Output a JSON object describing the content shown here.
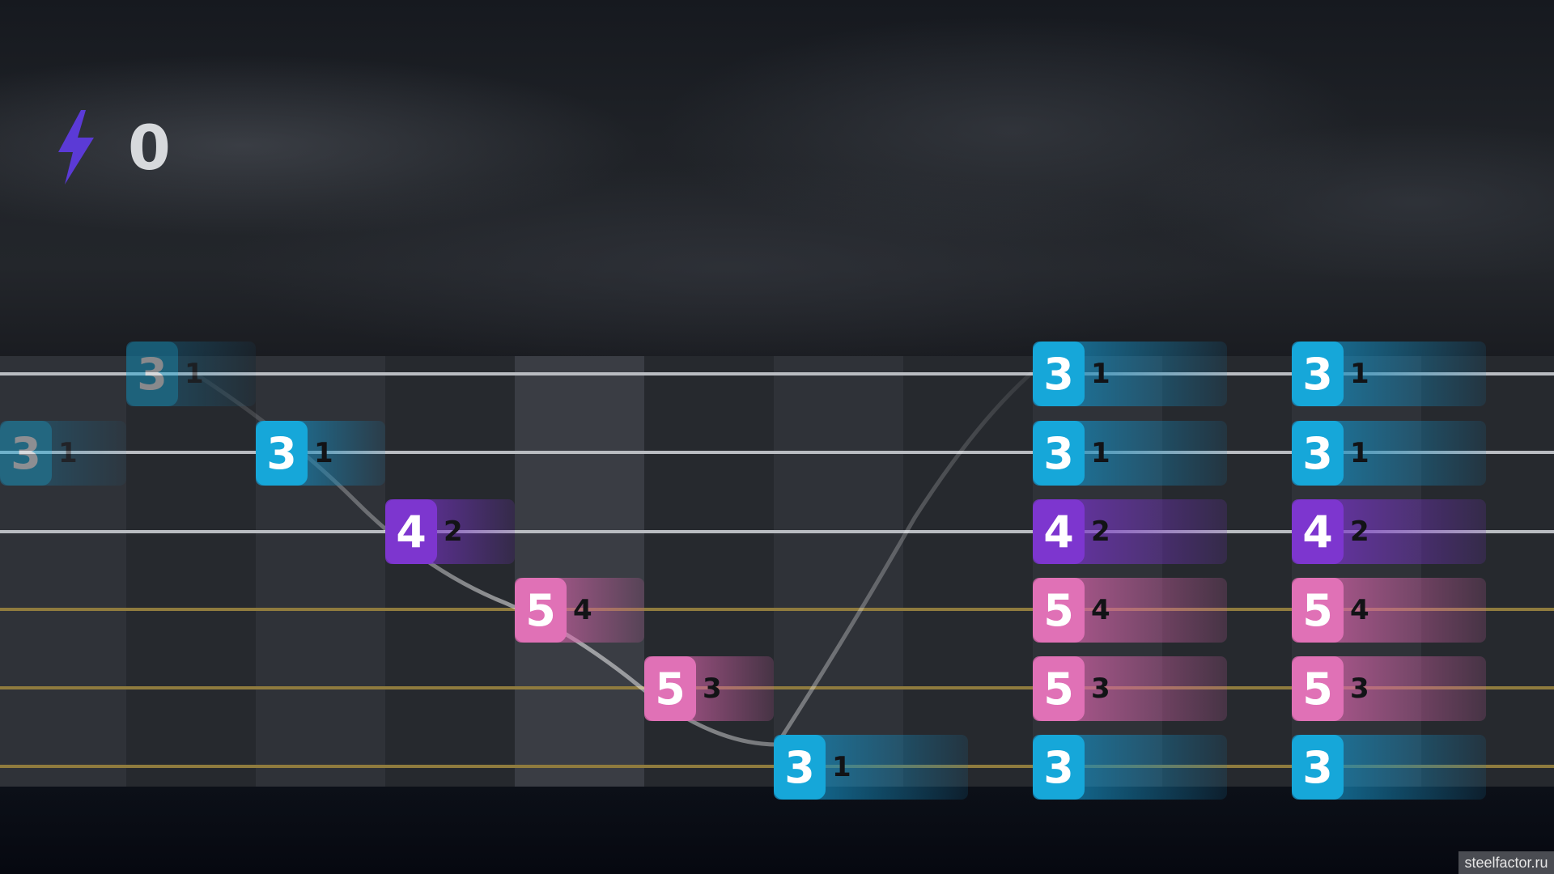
{
  "hud": {
    "score": "0",
    "energy_icon": "lightning-bolt-icon",
    "energy_color": "#5b3ad6"
  },
  "watermark": "steelfactor.ru",
  "colors": {
    "blue": "#16a7d9",
    "purple": "#7d36cf",
    "pink": "#e071b6",
    "plain_string": "#b9bcc1",
    "wound_string": "#8f7b3e"
  },
  "notes": [
    {
      "fret": "3",
      "finger": "1",
      "string": 1,
      "color": "blue",
      "faded": true
    },
    {
      "fret": "3",
      "finger": "1",
      "string": 2,
      "color": "blue",
      "faded": true
    },
    {
      "fret": "3",
      "finger": "1",
      "string": 2,
      "color": "blue"
    },
    {
      "fret": "4",
      "finger": "2",
      "string": 3,
      "color": "purple"
    },
    {
      "fret": "5",
      "finger": "4",
      "string": 4,
      "color": "pink"
    },
    {
      "fret": "5",
      "finger": "3",
      "string": 5,
      "color": "pink"
    },
    {
      "fret": "3",
      "finger": "1",
      "string": 6,
      "color": "blue"
    },
    {
      "fret": "3",
      "finger": "1",
      "string": 1,
      "color": "blue"
    },
    {
      "fret": "3",
      "finger": "1",
      "string": 2,
      "color": "blue"
    },
    {
      "fret": "4",
      "finger": "2",
      "string": 3,
      "color": "purple"
    },
    {
      "fret": "5",
      "finger": "4",
      "string": 4,
      "color": "pink"
    },
    {
      "fret": "5",
      "finger": "3",
      "string": 5,
      "color": "pink"
    },
    {
      "fret": "3",
      "finger": "",
      "string": 6,
      "color": "blue"
    },
    {
      "fret": "3",
      "finger": "1",
      "string": 1,
      "color": "blue"
    },
    {
      "fret": "3",
      "finger": "1",
      "string": 2,
      "color": "blue"
    },
    {
      "fret": "4",
      "finger": "2",
      "string": 3,
      "color": "purple"
    },
    {
      "fret": "5",
      "finger": "4",
      "string": 4,
      "color": "pink"
    },
    {
      "fret": "5",
      "finger": "3",
      "string": 5,
      "color": "pink"
    },
    {
      "fret": "3",
      "finger": "",
      "string": 6,
      "color": "blue"
    }
  ]
}
